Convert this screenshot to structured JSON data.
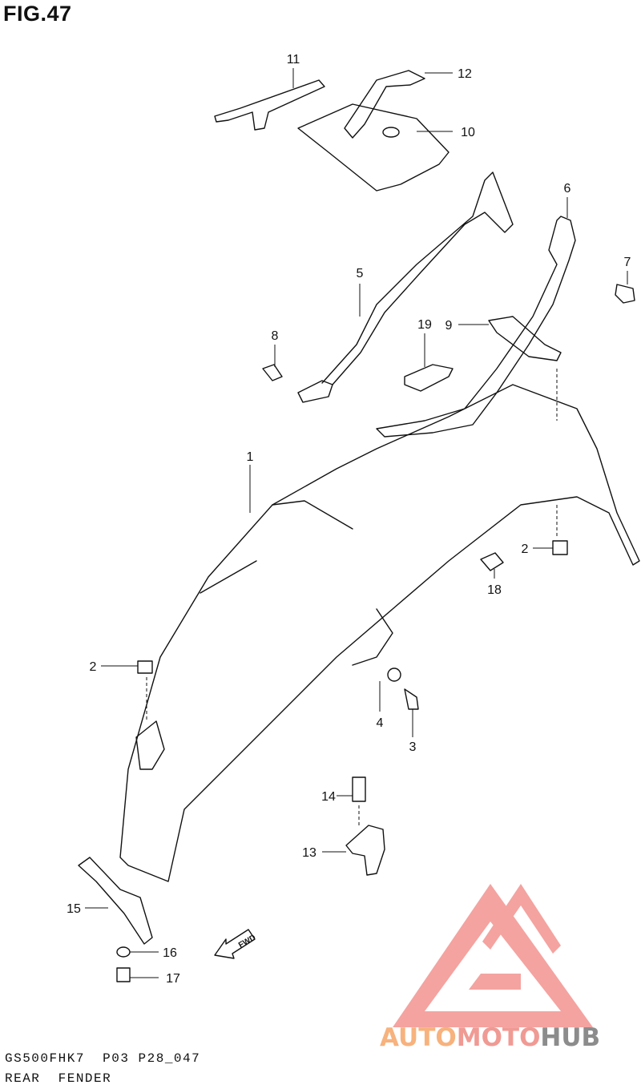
{
  "figure": {
    "title": "FIG.47"
  },
  "callouts": [
    "1",
    "2",
    "2",
    "2",
    "3",
    "4",
    "5",
    "6",
    "7",
    "8",
    "9",
    "10",
    "11",
    "12",
    "13",
    "14",
    "15",
    "16",
    "17",
    "18",
    "19"
  ],
  "direction_marker": {
    "text": "FWD"
  },
  "footer": {
    "model_code": "GS500FHK7  P03 P28_047",
    "section_name": "REAR  FENDER"
  },
  "watermark": {
    "part1": "AUTO",
    "part2": "MOTO",
    "part3": "HUB",
    "colors": {
      "auto": "#f7b27d",
      "moto": "#f09a94",
      "hub": "#8c8c8c",
      "logo": "#f4a3a0"
    }
  }
}
